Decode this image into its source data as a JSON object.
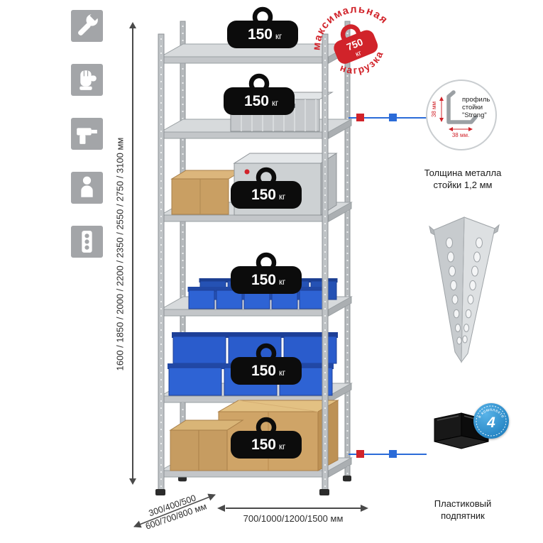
{
  "colors": {
    "accent_red": "#d1232a",
    "accent_blue": "#2b6bd8",
    "bin_blue": "#2e63d4",
    "metal_gray": "#c7cbce",
    "cardboard": "#cfa467",
    "icon_gray": "#a3a5a8"
  },
  "sidebar_icons": {
    "items": [
      "wrench-icon",
      "glove-icon",
      "drill-icon",
      "person-icon",
      "level-icon"
    ]
  },
  "dimensions": {
    "height": "1600 / 1850 / 2000 / 2200 / 2350 / 2550 / 2750 / 3100 мм",
    "depth_line1": "300/400/500",
    "depth_line2": "600/700/800 мм",
    "width": "700/1000/1200/1500 мм"
  },
  "rack": {
    "load_unit": "кг",
    "shelf_loads": [
      "150",
      "150",
      "150",
      "150",
      "150",
      "150"
    ]
  },
  "stamp": {
    "arc_top": "максимальная",
    "arc_bottom": "нагрузка",
    "value": "750",
    "unit": "кг"
  },
  "profile": {
    "line1": "профиль",
    "line2": "стойки",
    "line3": "\"Strong\"",
    "dim_vertical": "38 мм",
    "dim_horizontal": "38 мм.",
    "caption": "Толщина металла стойки 1,2 мм"
  },
  "foot": {
    "badge_number": "4",
    "badge_text": "в комплекте",
    "caption": "Пластиковый подпятник"
  }
}
